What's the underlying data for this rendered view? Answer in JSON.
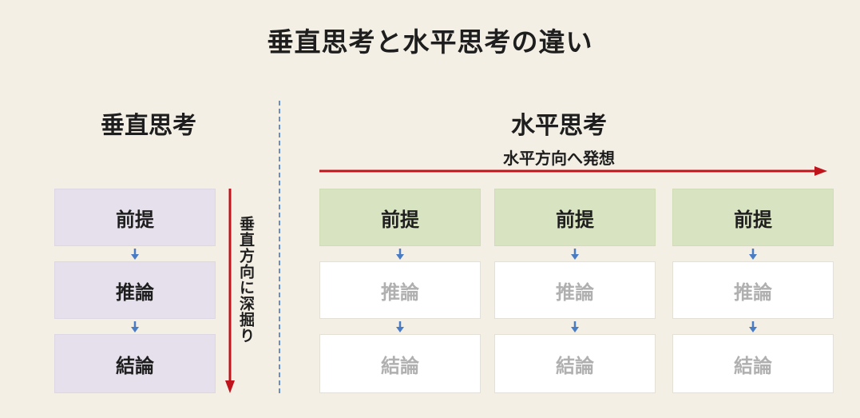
{
  "title": "垂直思考と水平思考の違い",
  "vertical": {
    "heading": "垂直思考",
    "steps": [
      "前提",
      "推論",
      "結論"
    ],
    "direction_label": "垂直方向に深掘り"
  },
  "horizontal": {
    "heading": "水平思考",
    "direction_label": "水平方向へ発想",
    "columns": [
      {
        "steps": [
          "前提",
          "推論",
          "結論"
        ]
      },
      {
        "steps": [
          "前提",
          "推論",
          "結論"
        ]
      },
      {
        "steps": [
          "前提",
          "推論",
          "結論"
        ]
      }
    ]
  },
  "colors": {
    "background": "#f3efe4",
    "vertical_box": "#e6e0ec",
    "horizontal_premise_box": "#d8e3c1",
    "horizontal_faded_box": "#ffffff",
    "faded_text": "#b0b0b0",
    "flow_arrow": "#4a7cc4",
    "direction_arrow": "#c0141c",
    "divider": "#6a8fc4"
  }
}
